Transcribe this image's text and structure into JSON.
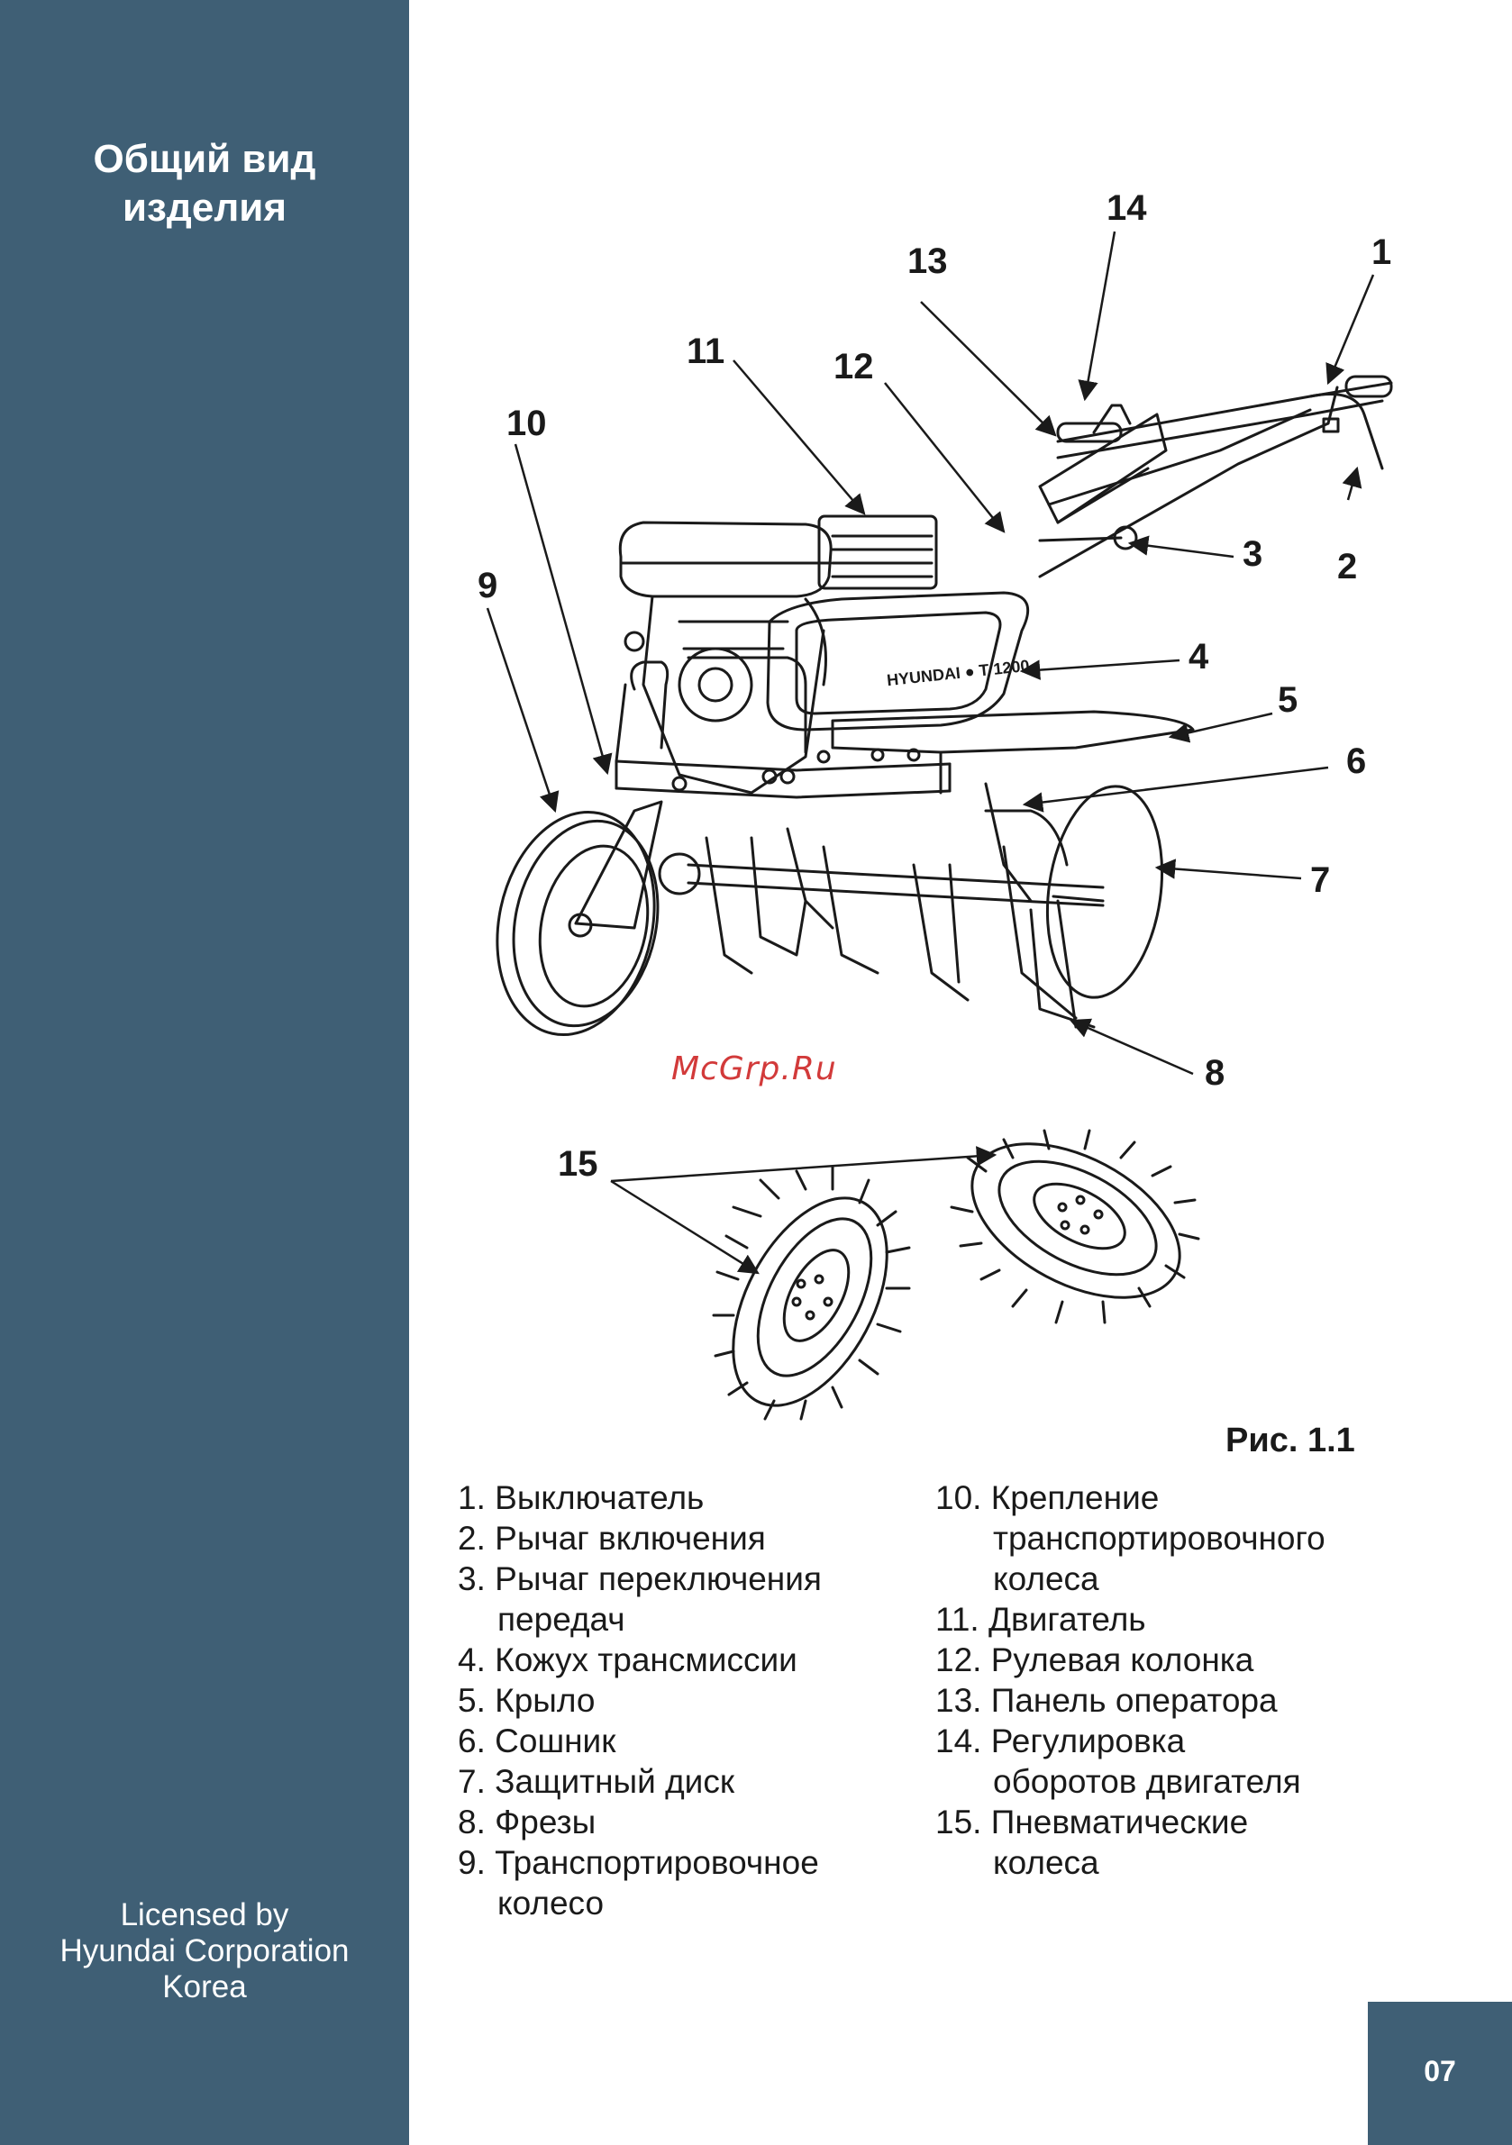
{
  "sidebar": {
    "title_line1": "Общий вид",
    "title_line2": "изделия",
    "license_line1": "Licensed by",
    "license_line2": "Hyundai Corporation",
    "license_line3": "Korea"
  },
  "page_number": "07",
  "watermark": "McGrp.Ru",
  "figure": {
    "caption": "Рис. 1.1",
    "badge_text": "HYUNDAI ● T 1200",
    "callouts": [
      "1",
      "2",
      "3",
      "4",
      "5",
      "6",
      "7",
      "8",
      "9",
      "10",
      "11",
      "12",
      "13",
      "14",
      "15"
    ]
  },
  "legend": {
    "column1": [
      {
        "num": "1.",
        "text": "Выключатель",
        "cont": ""
      },
      {
        "num": "2.",
        "text": "Рычаг включения",
        "cont": ""
      },
      {
        "num": "3.",
        "text": "Рычаг переключения",
        "cont": "передач"
      },
      {
        "num": "4.",
        "text": "Кожух трансмиссии",
        "cont": ""
      },
      {
        "num": "5.",
        "text": "Крыло",
        "cont": ""
      },
      {
        "num": "6.",
        "text": "Сошник",
        "cont": ""
      },
      {
        "num": "7.",
        "text": "Защитный диск",
        "cont": ""
      },
      {
        "num": "8.",
        "text": "Фрезы",
        "cont": ""
      },
      {
        "num": "9.",
        "text": "Транспортировочное",
        "cont": "колесо"
      }
    ],
    "column2": [
      {
        "num": "10.",
        "text": "Крепление",
        "cont": "транспортировочного",
        "cont2": "колеса"
      },
      {
        "num": "11.",
        "text": "Двигатель",
        "cont": ""
      },
      {
        "num": "12.",
        "text": "Рулевая колонка",
        "cont": ""
      },
      {
        "num": "13.",
        "text": "Панель оператора",
        "cont": ""
      },
      {
        "num": "14.",
        "text": "Регулировка",
        "cont": "оборотов двигателя"
      },
      {
        "num": "15.",
        "text": "Пневматические",
        "cont": "колеса"
      }
    ]
  },
  "colors": {
    "sidebar": "#3f5f75",
    "watermark": "#d23a3a",
    "text": "#1a1a1a"
  }
}
